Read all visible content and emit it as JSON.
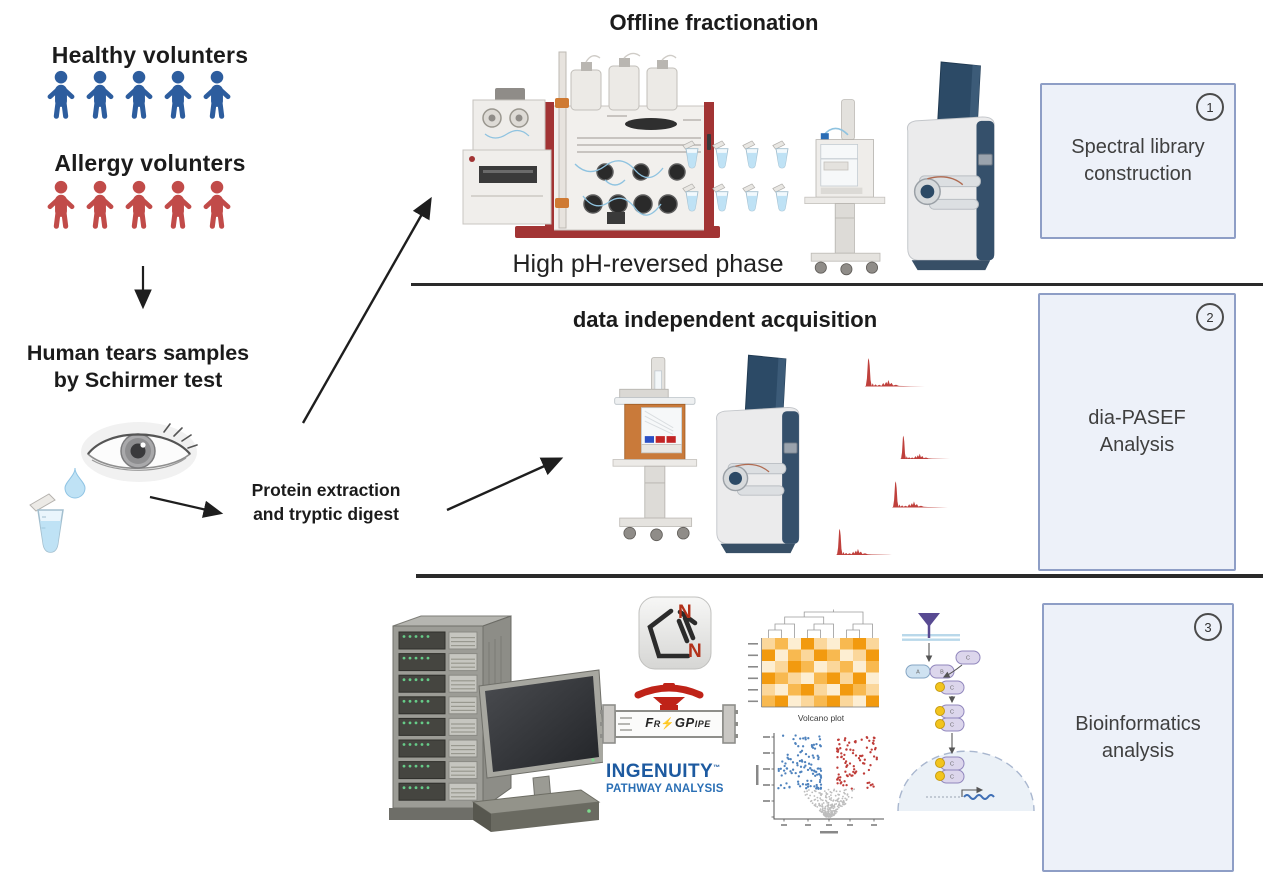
{
  "cohorts": {
    "healthy": {
      "label": "Healthy volunters",
      "count": 5,
      "color": "#2d5d9e"
    },
    "allergy": {
      "label": "Allergy volunters",
      "count": 5,
      "color": "#c14b49"
    }
  },
  "sample": {
    "label": "Human tears samples\nby Schirmer test"
  },
  "prep": {
    "label": "Protein extraction\nand tryptic digest"
  },
  "fractionation": {
    "title": "Offline fractionation",
    "method": "High pH-reversed phase",
    "tube_count": 8
  },
  "dia": {
    "title": "data independent acquisition",
    "trace_count": 4,
    "trace_color": "#bf403c"
  },
  "bioinformatics": {
    "diann": {
      "letter_top": "N",
      "letter_right": "N"
    },
    "fragpipe": {
      "prefix": "Fr",
      "bolt": "⚡",
      "suffix": "GPipe"
    },
    "ingenuity": {
      "line1": "INGENUITY",
      "mark": "™",
      "line2": "PATHWAY ANALYSIS"
    },
    "volcano": {
      "title": "Volcano plot",
      "seed": 42,
      "gray_count": 240,
      "blue_count": 115,
      "red_count": 95,
      "gray": "#bdbdbd",
      "blue": "#4e82bd",
      "red": "#bf3c38"
    },
    "heatmap": {
      "palette": [
        "#fdeed2",
        "#fbd79b",
        "#f8b950",
        "#f29a0f"
      ],
      "values": [
        [
          1,
          2,
          0,
          3,
          1,
          0,
          2,
          3,
          1
        ],
        [
          3,
          0,
          2,
          1,
          3,
          2,
          0,
          1,
          3
        ],
        [
          0,
          1,
          3,
          2,
          0,
          1,
          2,
          0,
          2
        ],
        [
          3,
          2,
          1,
          0,
          2,
          3,
          1,
          3,
          0
        ],
        [
          1,
          0,
          2,
          3,
          1,
          0,
          3,
          2,
          1
        ],
        [
          2,
          3,
          0,
          1,
          2,
          3,
          1,
          0,
          3
        ]
      ]
    }
  },
  "steps": [
    {
      "number": "1",
      "label": "Spectral library\nconstruction"
    },
    {
      "number": "2",
      "label": "dia-PASEF\nAnalysis"
    },
    {
      "number": "3",
      "label": "Bioinformatics\nanalysis"
    }
  ]
}
